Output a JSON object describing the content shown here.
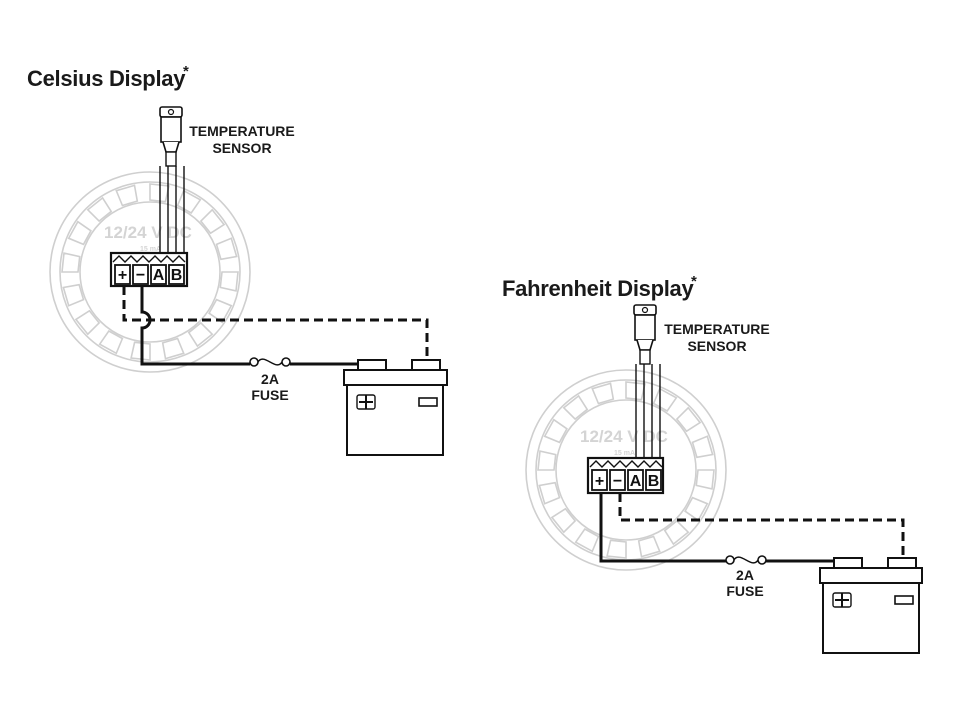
{
  "celsius": {
    "title": "Celsius Display",
    "asterisk": "*",
    "sensor_label_line1": "TEMPERATURE",
    "sensor_label_line2": "SENSOR",
    "gauge_voltage": "12/24 V DC",
    "gauge_current": "15 mA",
    "terminals": [
      "+",
      "−",
      "A",
      "B"
    ],
    "fuse_line1": "2A",
    "fuse_line2": "FUSE"
  },
  "fahrenheit": {
    "title": "Fahrenheit Display",
    "asterisk": "*",
    "sensor_label_line1": "TEMPERATURE",
    "sensor_label_line2": "SENSOR",
    "gauge_voltage": "12/24 V DC",
    "gauge_current": "15 mA",
    "terminals": [
      "+",
      "−",
      "A",
      "B"
    ],
    "fuse_line1": "2A",
    "fuse_line2": "FUSE"
  },
  "colors": {
    "wire": "#111111",
    "ghost_gauge": "#cfcfcf"
  }
}
